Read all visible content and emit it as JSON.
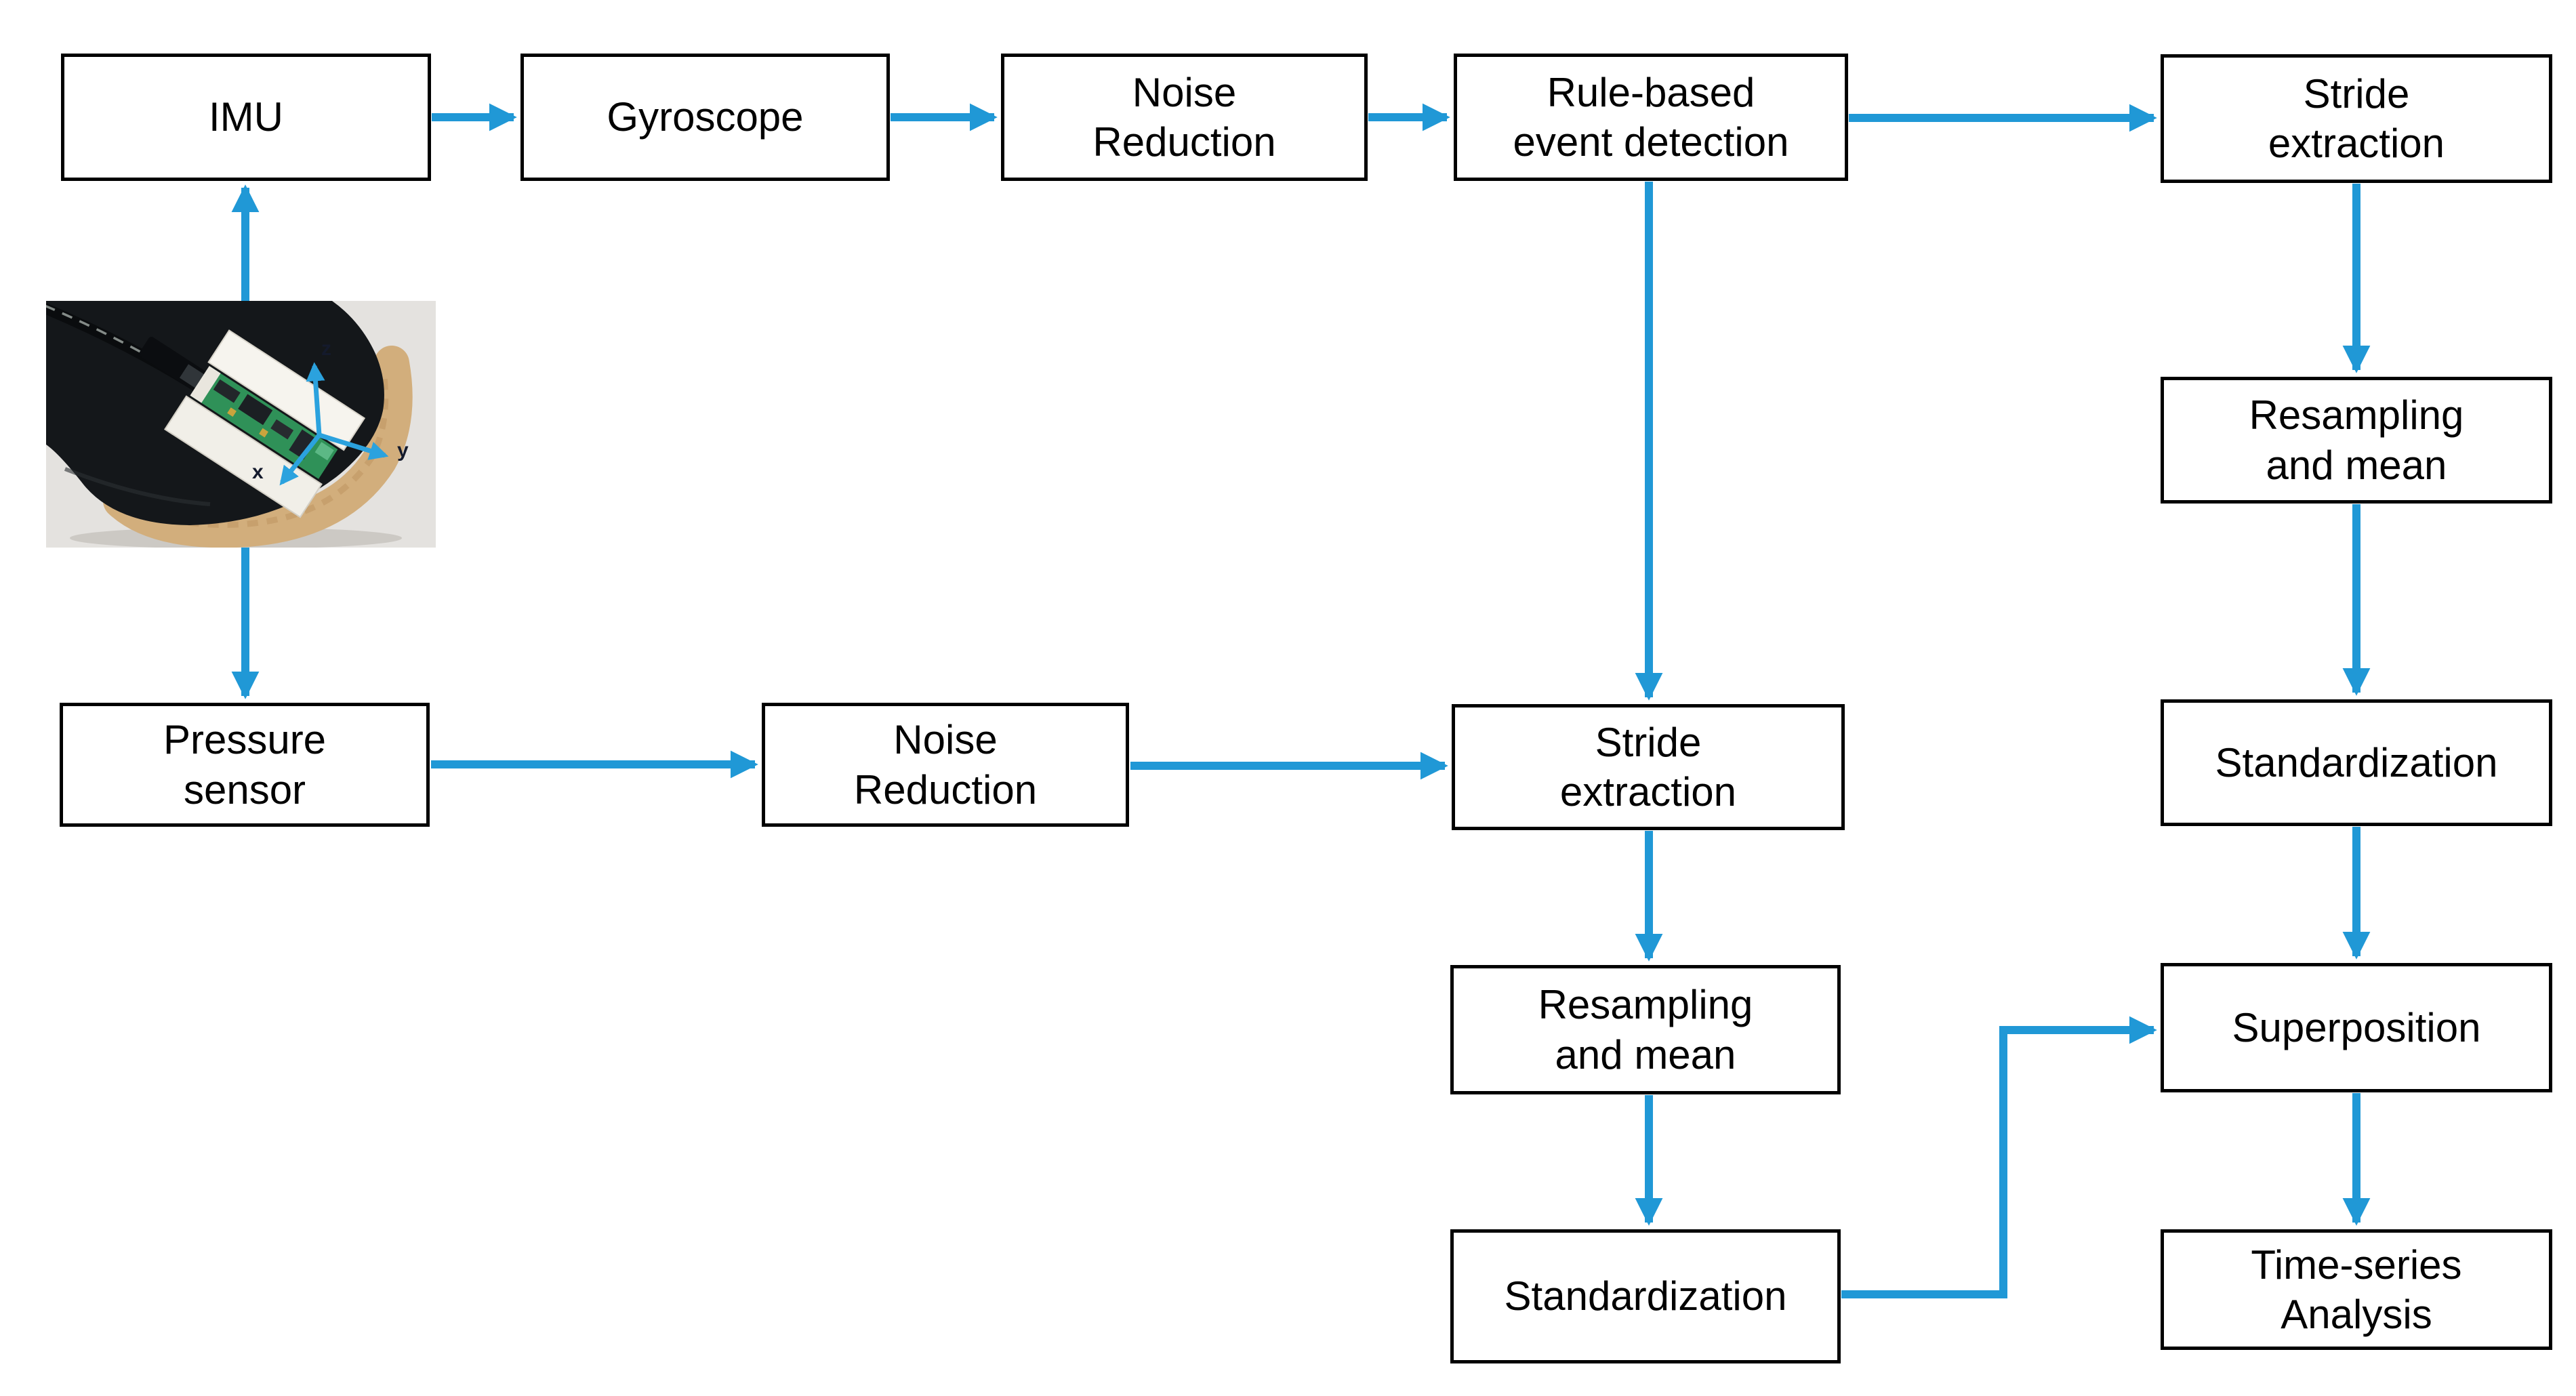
{
  "diagram": {
    "background_color": "#ffffff",
    "box_border_color": "#000000",
    "box_fill_color": "#ffffff",
    "text_color": "#000000",
    "arrow_color": "#2098d6",
    "nodes": {
      "imu": {
        "label": "IMU"
      },
      "gyroscope": {
        "label": "Gyroscope"
      },
      "noise_reduction_imu": {
        "label": "Noise\nReduction"
      },
      "rule_based_event_detection": {
        "label": "Rule-based\nevent detection"
      },
      "stride_extraction_imu": {
        "label": "Stride\nextraction"
      },
      "resampling_and_mean_imu": {
        "label": "Resampling\nand mean"
      },
      "standardization_imu": {
        "label": "Standardization"
      },
      "superposition": {
        "label": "Superposition"
      },
      "time_series_analysis": {
        "label": "Time-series\nAnalysis"
      },
      "pressure_sensor": {
        "label": "Pressure\nsensor"
      },
      "noise_reduction_pressure": {
        "label": "Noise\nReduction"
      },
      "stride_extraction_pressure": {
        "label": "Stride\nextraction"
      },
      "resampling_and_mean_pressure": {
        "label": "Resampling\nand mean"
      },
      "standardization_pressure": {
        "label": "Standardization"
      }
    },
    "edges": [
      {
        "from": "insole_photo",
        "to": "imu"
      },
      {
        "from": "insole_photo",
        "to": "pressure_sensor"
      },
      {
        "from": "imu",
        "to": "gyroscope"
      },
      {
        "from": "gyroscope",
        "to": "noise_reduction_imu"
      },
      {
        "from": "noise_reduction_imu",
        "to": "rule_based_event_detection"
      },
      {
        "from": "rule_based_event_detection",
        "to": "stride_extraction_imu"
      },
      {
        "from": "rule_based_event_detection",
        "to": "stride_extraction_pressure"
      },
      {
        "from": "stride_extraction_imu",
        "to": "resampling_and_mean_imu"
      },
      {
        "from": "resampling_and_mean_imu",
        "to": "standardization_imu"
      },
      {
        "from": "standardization_imu",
        "to": "superposition"
      },
      {
        "from": "superposition",
        "to": "time_series_analysis"
      },
      {
        "from": "pressure_sensor",
        "to": "noise_reduction_pressure"
      },
      {
        "from": "noise_reduction_pressure",
        "to": "stride_extraction_pressure"
      },
      {
        "from": "stride_extraction_pressure",
        "to": "resampling_and_mean_pressure"
      },
      {
        "from": "resampling_and_mean_pressure",
        "to": "standardization_pressure"
      },
      {
        "from": "standardization_pressure",
        "to": "superposition"
      }
    ],
    "photo": {
      "description": "Instrumented insole with IMU board in white holder",
      "axis_labels": {
        "x": "x",
        "y": "y",
        "z": "z"
      },
      "colors": {
        "fabric": "#14171a",
        "sole_rim": "#d2ae7c",
        "holder": "#f3f1e9",
        "pcb": "#2f9158",
        "axis": "#2ba2de"
      }
    }
  }
}
